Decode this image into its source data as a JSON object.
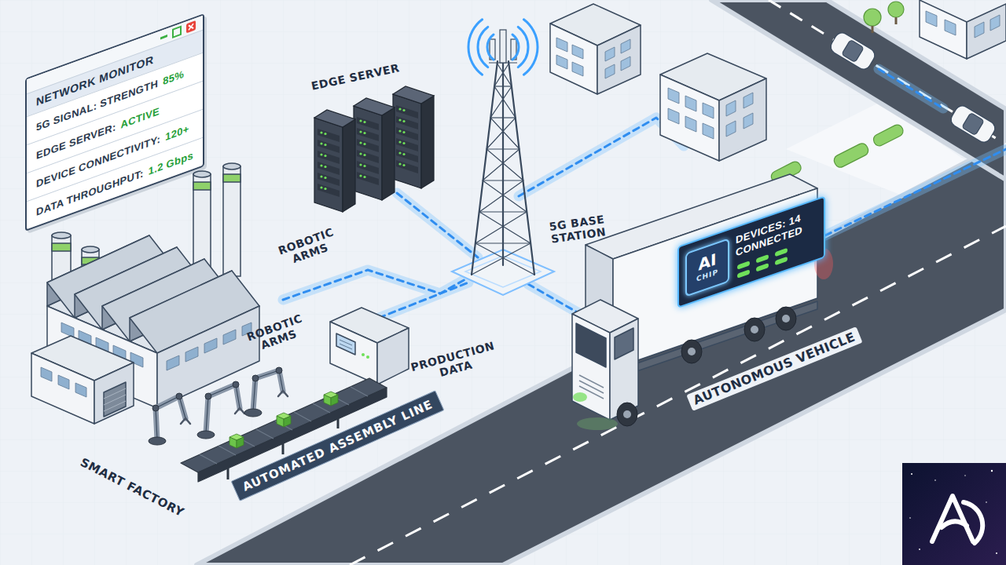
{
  "diagram": {
    "nodes": [
      {
        "text": [
          "NETWORK MONITOR"
        ]
      },
      {
        "text": [
          "5G SIGNAL: STRENGTH",
          "85%"
        ],
        "in": 0
      },
      {
        "text": [
          "EDGE SERVER:",
          "ACTIVE"
        ],
        "in": 0
      },
      {
        "text": [
          "DEVICE CONNECTIVITY:",
          "120+"
        ],
        "in": 0
      },
      {
        "text": [
          "DATA THROUGHPUT:",
          "1.2 Gbps"
        ],
        "in": 0
      },
      {
        "text": [
          "DEVICES: 14 CONNECTED"
        ]
      },
      {
        "text": [
          "AI",
          "CHIP"
        ],
        "in": 5
      },
      {
        "text": [
          "AUTOMATED ASSEMBLY LINE"
        ]
      }
    ],
    "labels": [
      "EDGE SERVER",
      "5G BASE STATION",
      "ROBOTIC ARMS",
      "ROBOTIC ARMS",
      "PRODUCTION DATA",
      "SMART FACTORY",
      "AUTONOMOUS VEHICLE"
    ]
  }
}
